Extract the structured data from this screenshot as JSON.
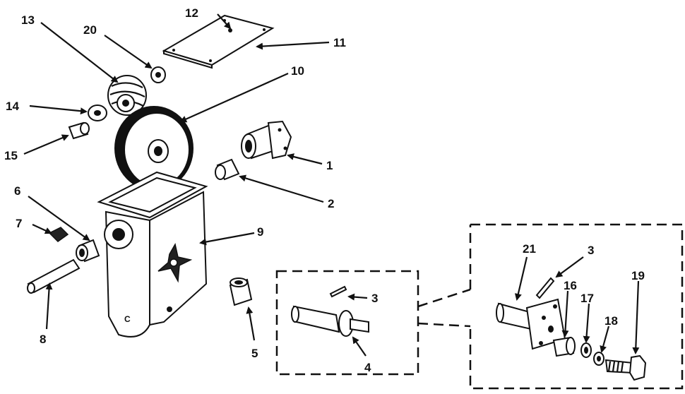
{
  "callouts": {
    "c1": "1",
    "c2": "2",
    "c3a": "3",
    "c3b": "3",
    "c4": "4",
    "c5": "5",
    "c6": "6",
    "c7": "7",
    "c8": "8",
    "c9": "9",
    "c10": "10",
    "c11": "11",
    "c12": "12",
    "c13": "13",
    "c14": "14",
    "c15": "15",
    "c16": "16",
    "c17": "17",
    "c18": "18",
    "c19": "19",
    "c20": "20",
    "c21": "21"
  },
  "housing_mark": "C"
}
